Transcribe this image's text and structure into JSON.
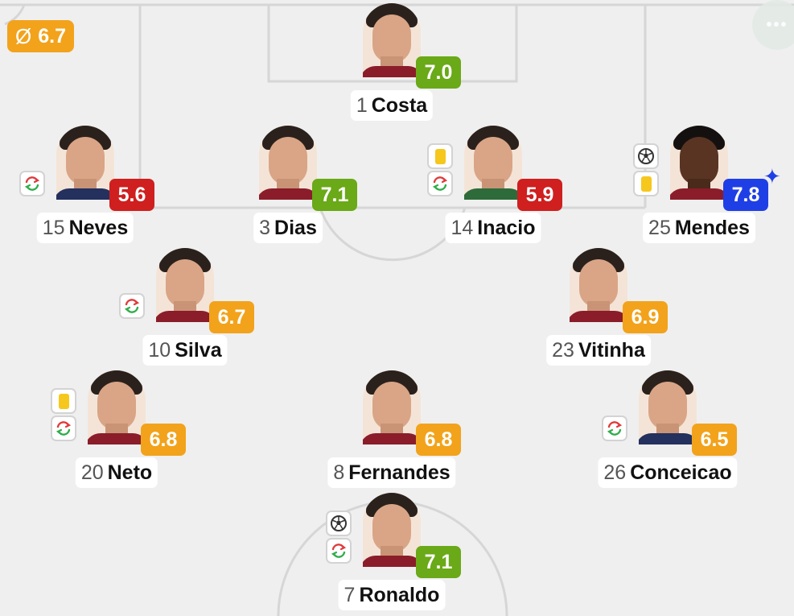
{
  "team_average": {
    "symbol": "Ø",
    "value": "6.7"
  },
  "menu": {
    "label": "•••"
  },
  "colors": {
    "rating_green": "#6aa917",
    "rating_orange": "#f2a31b",
    "rating_red": "#cf1f1f",
    "rating_blue": "#1f3fe6",
    "yellow_card": "#f6c71c"
  },
  "players": [
    {
      "number": "1",
      "name": "Costa",
      "rating": "7.0",
      "rating_color": "green",
      "icons": []
    },
    {
      "number": "15",
      "name": "Neves",
      "rating": "5.6",
      "rating_color": "red",
      "icons": [
        "substitution-icon"
      ]
    },
    {
      "number": "3",
      "name": "Dias",
      "rating": "7.1",
      "rating_color": "green",
      "icons": []
    },
    {
      "number": "14",
      "name": "Inacio",
      "rating": "5.9",
      "rating_color": "red",
      "icons": [
        "yellow-card-icon",
        "substitution-icon"
      ]
    },
    {
      "number": "25",
      "name": "Mendes",
      "rating": "7.8",
      "rating_color": "blue",
      "top_rated": true,
      "icons": [
        "goal-icon",
        "yellow-card-icon"
      ]
    },
    {
      "number": "10",
      "name": "Silva",
      "rating": "6.7",
      "rating_color": "orange",
      "icons": [
        "substitution-icon"
      ]
    },
    {
      "number": "23",
      "name": "Vitinha",
      "rating": "6.9",
      "rating_color": "orange",
      "icons": []
    },
    {
      "number": "20",
      "name": "Neto",
      "rating": "6.8",
      "rating_color": "orange",
      "icons": [
        "yellow-card-icon",
        "substitution-icon"
      ]
    },
    {
      "number": "8",
      "name": "Fernandes",
      "rating": "6.8",
      "rating_color": "orange",
      "icons": []
    },
    {
      "number": "26",
      "name": "Conceicao",
      "rating": "6.5",
      "rating_color": "orange",
      "icons": [
        "substitution-icon"
      ]
    },
    {
      "number": "7",
      "name": "Ronaldo",
      "rating": "7.1",
      "rating_color": "green",
      "icons": [
        "goal-icon",
        "substitution-icon"
      ]
    }
  ]
}
